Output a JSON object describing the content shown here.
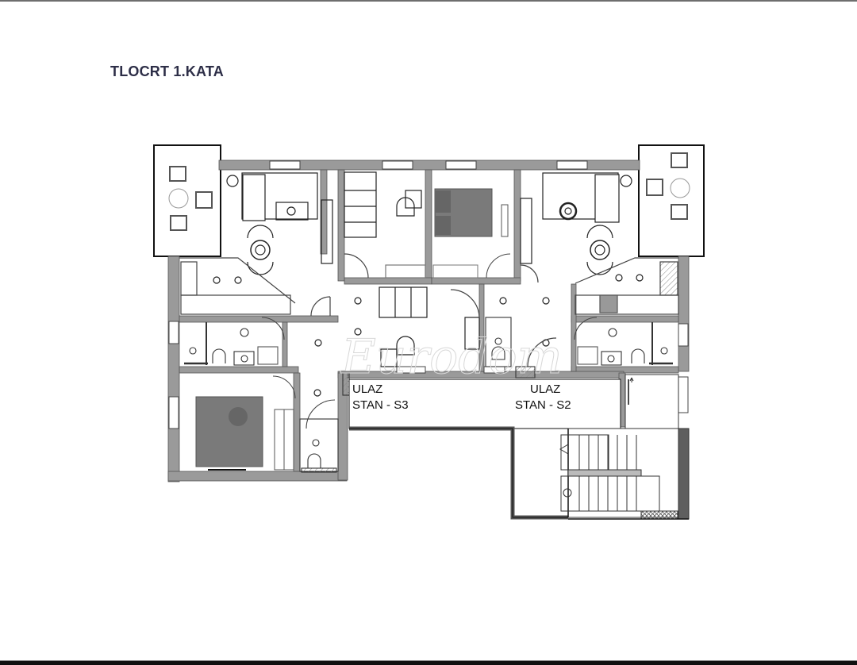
{
  "page": {
    "title": "TLOCRT 1.KATA"
  },
  "plan": {
    "entrances": [
      {
        "line1": "ULAZ",
        "line2": "STAN - S3"
      },
      {
        "line1": "ULAZ",
        "line2": "STAN - S2"
      }
    ],
    "watermark": "Eurodom",
    "colors": {
      "wall": "#9a9a9a",
      "wall_dark": "#5f5f5f",
      "outline": "#111111",
      "furniture": "#333333",
      "title": "#2d2e47"
    }
  }
}
